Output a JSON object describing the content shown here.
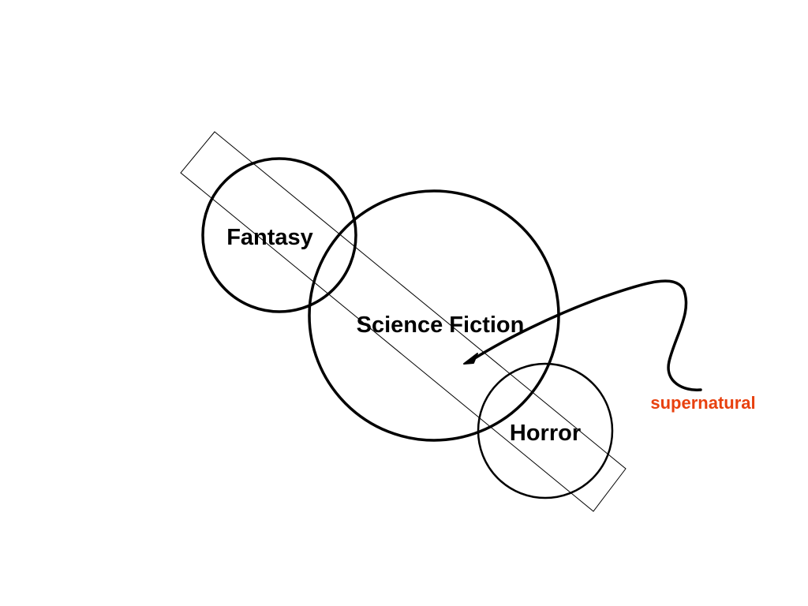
{
  "circles": {
    "fantasy": {
      "label": "Fantasy"
    },
    "science_fiction": {
      "label": "Science Fiction"
    },
    "horror": {
      "label": "Horror"
    }
  },
  "annotation": {
    "label": "supernatural",
    "color": "#e8410f"
  },
  "colors": {
    "stroke": "#000000",
    "background": "#ffffff"
  }
}
